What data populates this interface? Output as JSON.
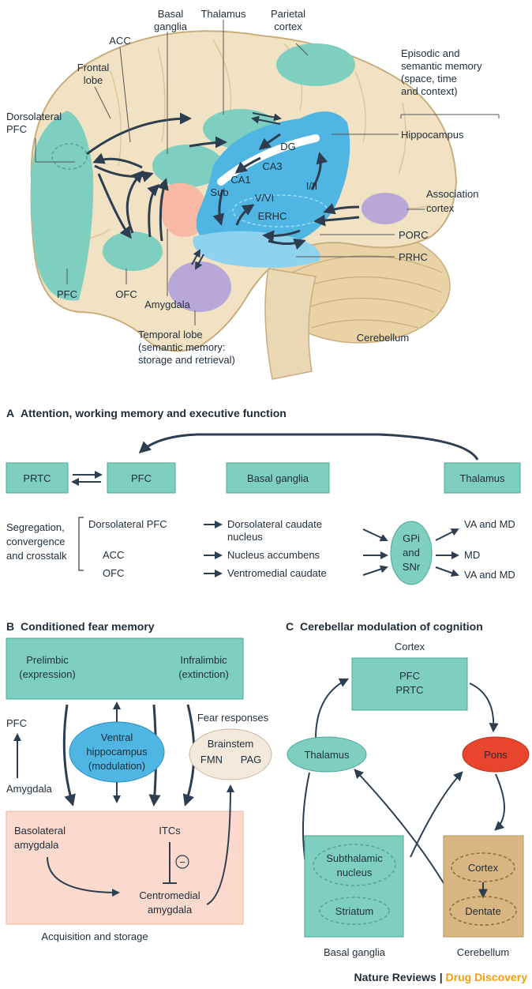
{
  "brain": {
    "labels": {
      "basal_ganglia_1": "Basal",
      "basal_ganglia_2": "ganglia",
      "thalamus": "Thalamus",
      "parietal_1": "Parietal",
      "parietal_2": "cortex",
      "acc": "ACC",
      "frontal_1": "Frontal",
      "frontal_2": "lobe",
      "dlpfc_1": "Dorsolateral",
      "dlpfc_2": "PFC",
      "episodic_1": "Episodic and",
      "episodic_2": "semantic memory",
      "episodic_3": "(space, time",
      "episodic_4": "and context)",
      "hippocampus": "Hippocampus",
      "dg": "DG",
      "ca3": "CA3",
      "ca1": "CA1",
      "sub": "Sub",
      "v_vi": "V/VI",
      "i_ii": "I/II",
      "erhc": "ERHC",
      "association_1": "Association",
      "association_2": "cortex",
      "porc": "PORC",
      "prhc": "PRHC",
      "pfc": "PFC",
      "ofc": "OFC",
      "amygdala": "Amygdala",
      "temporal_1": "Temporal lobe",
      "temporal_2": "(semantic memory:",
      "temporal_3": "storage and retrieval)",
      "cerebellum": "Cerebellum"
    }
  },
  "panel_a": {
    "heading_letter": "A",
    "heading": "Attention, working memory and executive function",
    "boxes": {
      "prtc": "PRTC",
      "pfc": "PFC",
      "basal": "Basal ganglia",
      "thalamus": "Thalamus"
    },
    "seg_1": "Segregation,",
    "seg_2": "convergence",
    "seg_3": "and crosstalk",
    "rows": {
      "dlpfc": "Dorsolateral PFC",
      "acc": "ACC",
      "ofc": "OFC",
      "dlc_1": "Dorsolateral caudate",
      "dlc_2": "nucleus",
      "nacc": "Nucleus accumbens",
      "vmc": "Ventromedial caudate",
      "gpi_1": "GPi",
      "gpi_2": "and",
      "gpi_3": "SNr",
      "out1": "VA and MD",
      "out2": "MD",
      "out3": "VA and MD"
    }
  },
  "panel_b": {
    "heading_letter": "B",
    "heading": "Conditioned fear memory",
    "prelimbic_1": "Prelimbic",
    "prelimbic_2": "(expression)",
    "infralimbic_1": "Infralimbic",
    "infralimbic_2": "(extinction)",
    "pfc": "PFC",
    "amygdala": "Amygdala",
    "vhipp_1": "Ventral",
    "vhipp_2": "hippocampus",
    "vhipp_3": "(modulation)",
    "fear_responses": "Fear responses",
    "brainstem": "Brainstem",
    "fmn": "FMN",
    "pag": "PAG",
    "bla_1": "Basolateral",
    "bla_2": "amygdala",
    "itcs": "ITCs",
    "minus": "−",
    "cma_1": "Centromedial",
    "cma_2": "amygdala",
    "acq": "Acquisition and storage"
  },
  "panel_c": {
    "heading_letter": "C",
    "heading": "Cerebellar modulation of cognition",
    "cortex_label": "Cortex",
    "pfc": "PFC",
    "prtc": "PRTC",
    "thalamus": "Thalamus",
    "pons": "Pons",
    "stn_1": "Subthalamic",
    "stn_2": "nucleus",
    "striatum": "Striatum",
    "cb_cortex": "Cortex",
    "dentate": "Dentate",
    "basal_ganglia": "Basal ganglia",
    "cerebellum": "Cerebellum"
  },
  "credit": {
    "journal": "Nature Reviews",
    "separator": " | ",
    "section": "Drug Discovery"
  },
  "colors": {
    "teal": "#7fcfc0",
    "teal_dark": "#4aa89a",
    "blue": "#4fb6e3",
    "lavender": "#b7a8d8",
    "salmon": "#f7b9a4",
    "pink_bg": "#fbd9cc",
    "tan_brain": "#f1e2c3",
    "cerebellum": "#e8d2a6",
    "pons": "#e8452c",
    "dentate_bg": "#d9b582",
    "fear_bg": "#f2e8dc",
    "text": "#1f2d3a",
    "credit_orange": "#f39c12"
  }
}
